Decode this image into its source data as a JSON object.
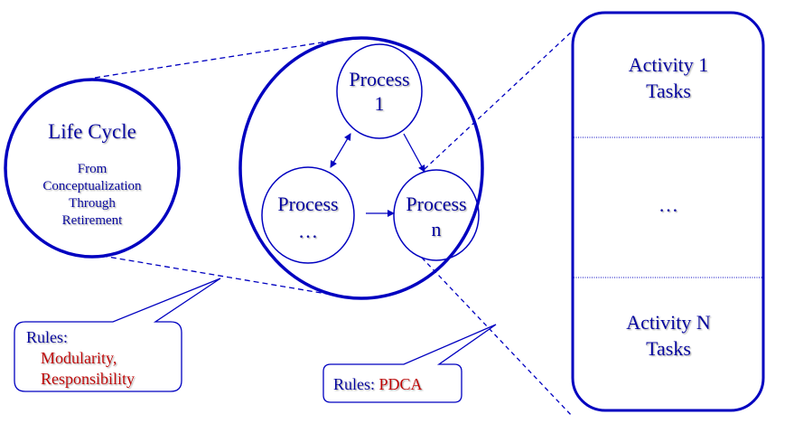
{
  "colors": {
    "primary": "#0000c0",
    "text": "#0000a0",
    "rules_highlight": "#c00000",
    "background": "#ffffff"
  },
  "lifecycle": {
    "title": "Life Cycle",
    "lines": [
      "From",
      "Conceptualization",
      "Through",
      "Retirement"
    ]
  },
  "processes": {
    "p1": {
      "line1": "Process",
      "line2": "1"
    },
    "pdots": {
      "line1": "Process",
      "line2": "…"
    },
    "pn": {
      "line1": "Process",
      "line2": "n"
    }
  },
  "activities": {
    "a1": {
      "line1": "Activity 1",
      "line2": "Tasks"
    },
    "middle": "…",
    "an": {
      "line1": "Activity N",
      "line2": "Tasks"
    }
  },
  "callouts": {
    "left": {
      "label": "Rules:",
      "items": [
        "Modularity,",
        "Responsibility"
      ]
    },
    "right": {
      "label": "Rules: ",
      "value": "PDCA"
    }
  }
}
